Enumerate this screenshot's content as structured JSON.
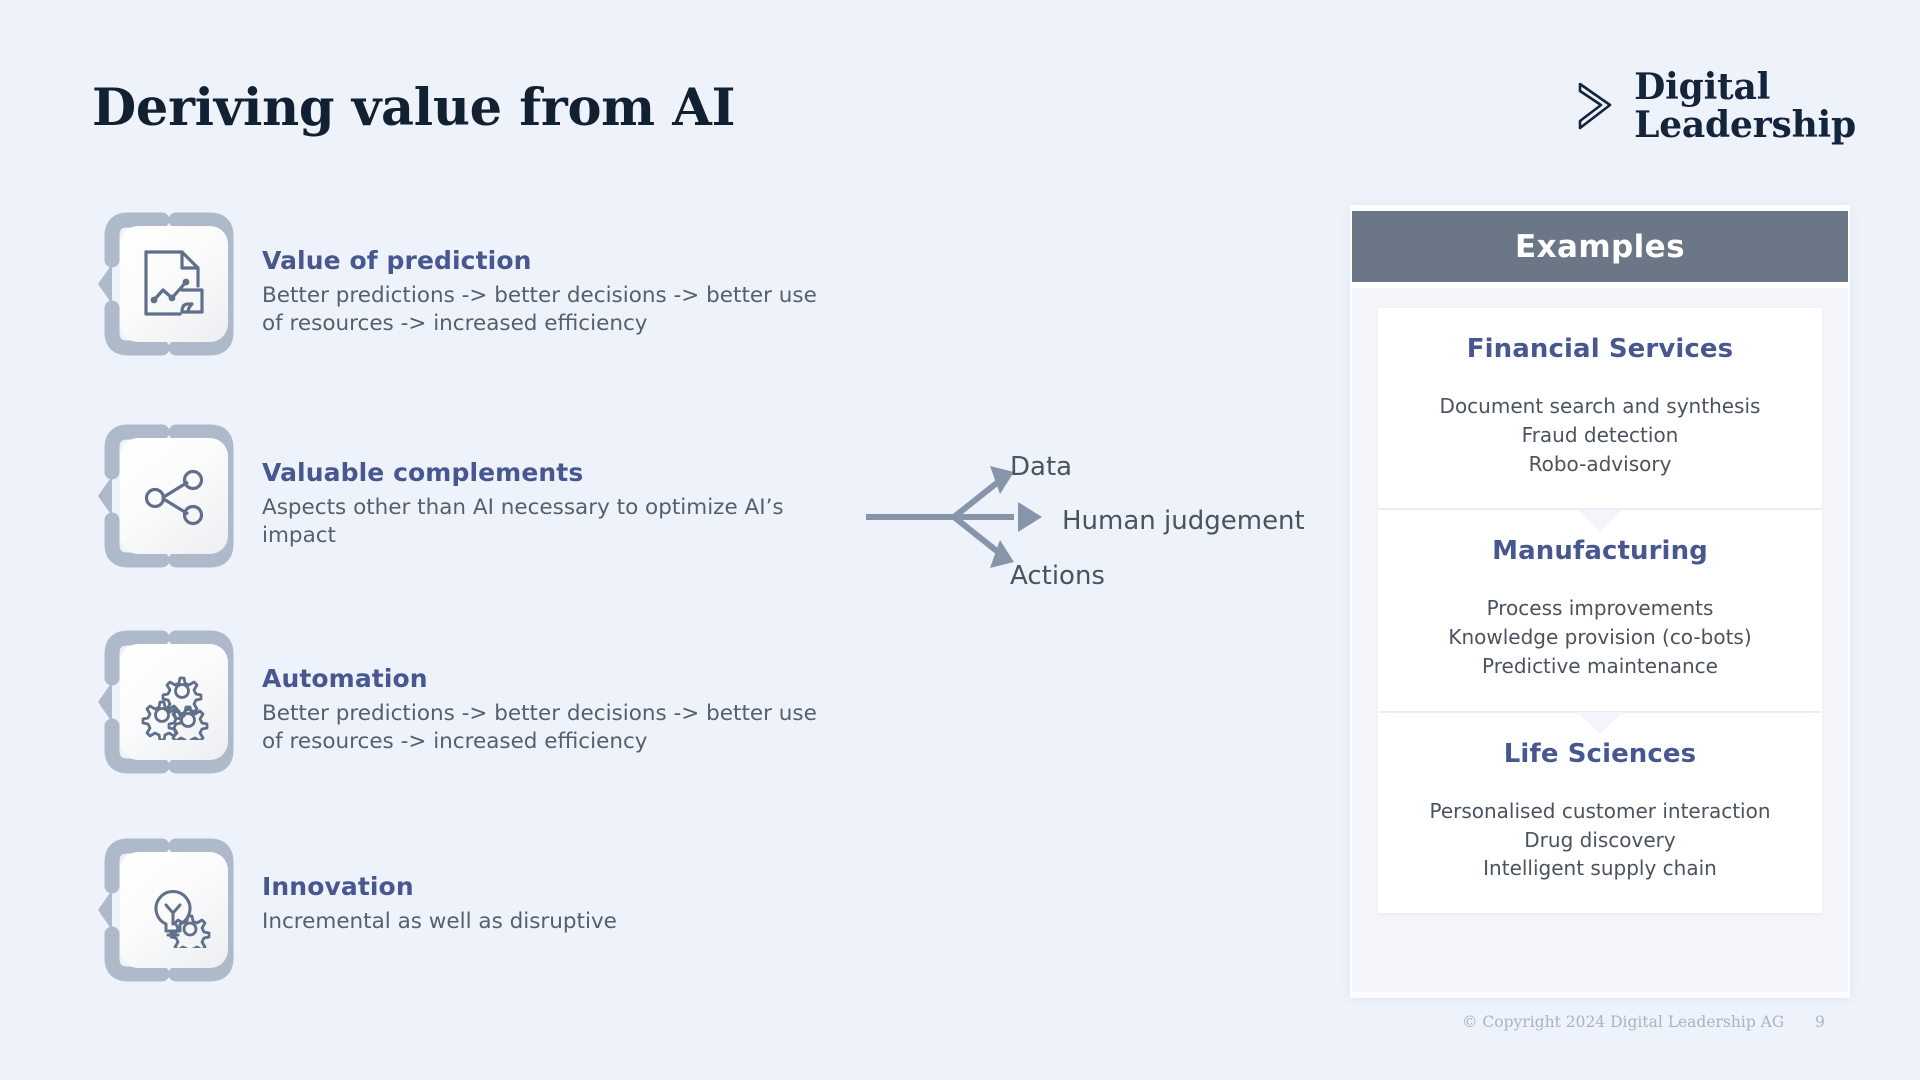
{
  "slide": {
    "title": "Deriving value from AI",
    "background_color": "#eef2fb"
  },
  "logo": {
    "mark": "chevron-outline-icon",
    "line1": "Digital",
    "line2": "Leadership"
  },
  "features": [
    {
      "icon": "document-chart-icon",
      "title": "Value of prediction",
      "desc": "Better predictions -> better decisions -> better use of resources -> increased efficiency"
    },
    {
      "icon": "share-network-icon",
      "title": "Valuable complements",
      "desc": "Aspects other than AI necessary to optimize AI’s impact"
    },
    {
      "icon": "gears-icon",
      "title": "Automation",
      "desc": "Better predictions -> better decisions -> better use of resources -> increased efficiency"
    },
    {
      "icon": "lightbulb-gear-icon",
      "title": "Innovation",
      "desc": "Incremental as well as disruptive"
    }
  ],
  "branch": {
    "icon": "three-way-arrow-icon",
    "labels": [
      "Data",
      "Human judgement",
      "Actions"
    ]
  },
  "examples": {
    "header": "Examples",
    "header_bg": "#6b7686",
    "accent_color": "#47578f",
    "cards": [
      {
        "title": "Financial Services",
        "lines": [
          "Document search and synthesis",
          "Fraud detection",
          "Robo-advisory"
        ]
      },
      {
        "title": "Manufacturing",
        "lines": [
          "Process improvements",
          "Knowledge provision (co-bots)",
          "Predictive maintenance"
        ]
      },
      {
        "title": "Life Sciences",
        "lines": [
          "Personalised customer interaction",
          "Drug discovery",
          "Intelligent supply chain"
        ]
      }
    ]
  },
  "footer": {
    "copyright": "© Copyright 2024 Digital Leadership AG",
    "page_number": "9"
  }
}
